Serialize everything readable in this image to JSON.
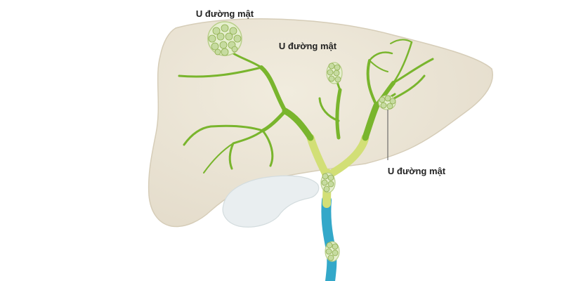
{
  "labels": {
    "tumor_top": "U đường mật",
    "tumor_middle": "U đường mật",
    "tumor_right": "U đường mật"
  },
  "colors": {
    "liver_fill": "#eae3d3",
    "liver_stroke": "#d6cdb8",
    "gallbladder_fill": "#e9eef0",
    "duct_green": "#79b52d",
    "duct_yellow": "#d2df76",
    "duct_blue": "#33a8c9",
    "tumor_fill": "#e6efcf",
    "tumor_cell": "#a8c56a",
    "leader_line": "#555555",
    "label_text": "#222222"
  }
}
